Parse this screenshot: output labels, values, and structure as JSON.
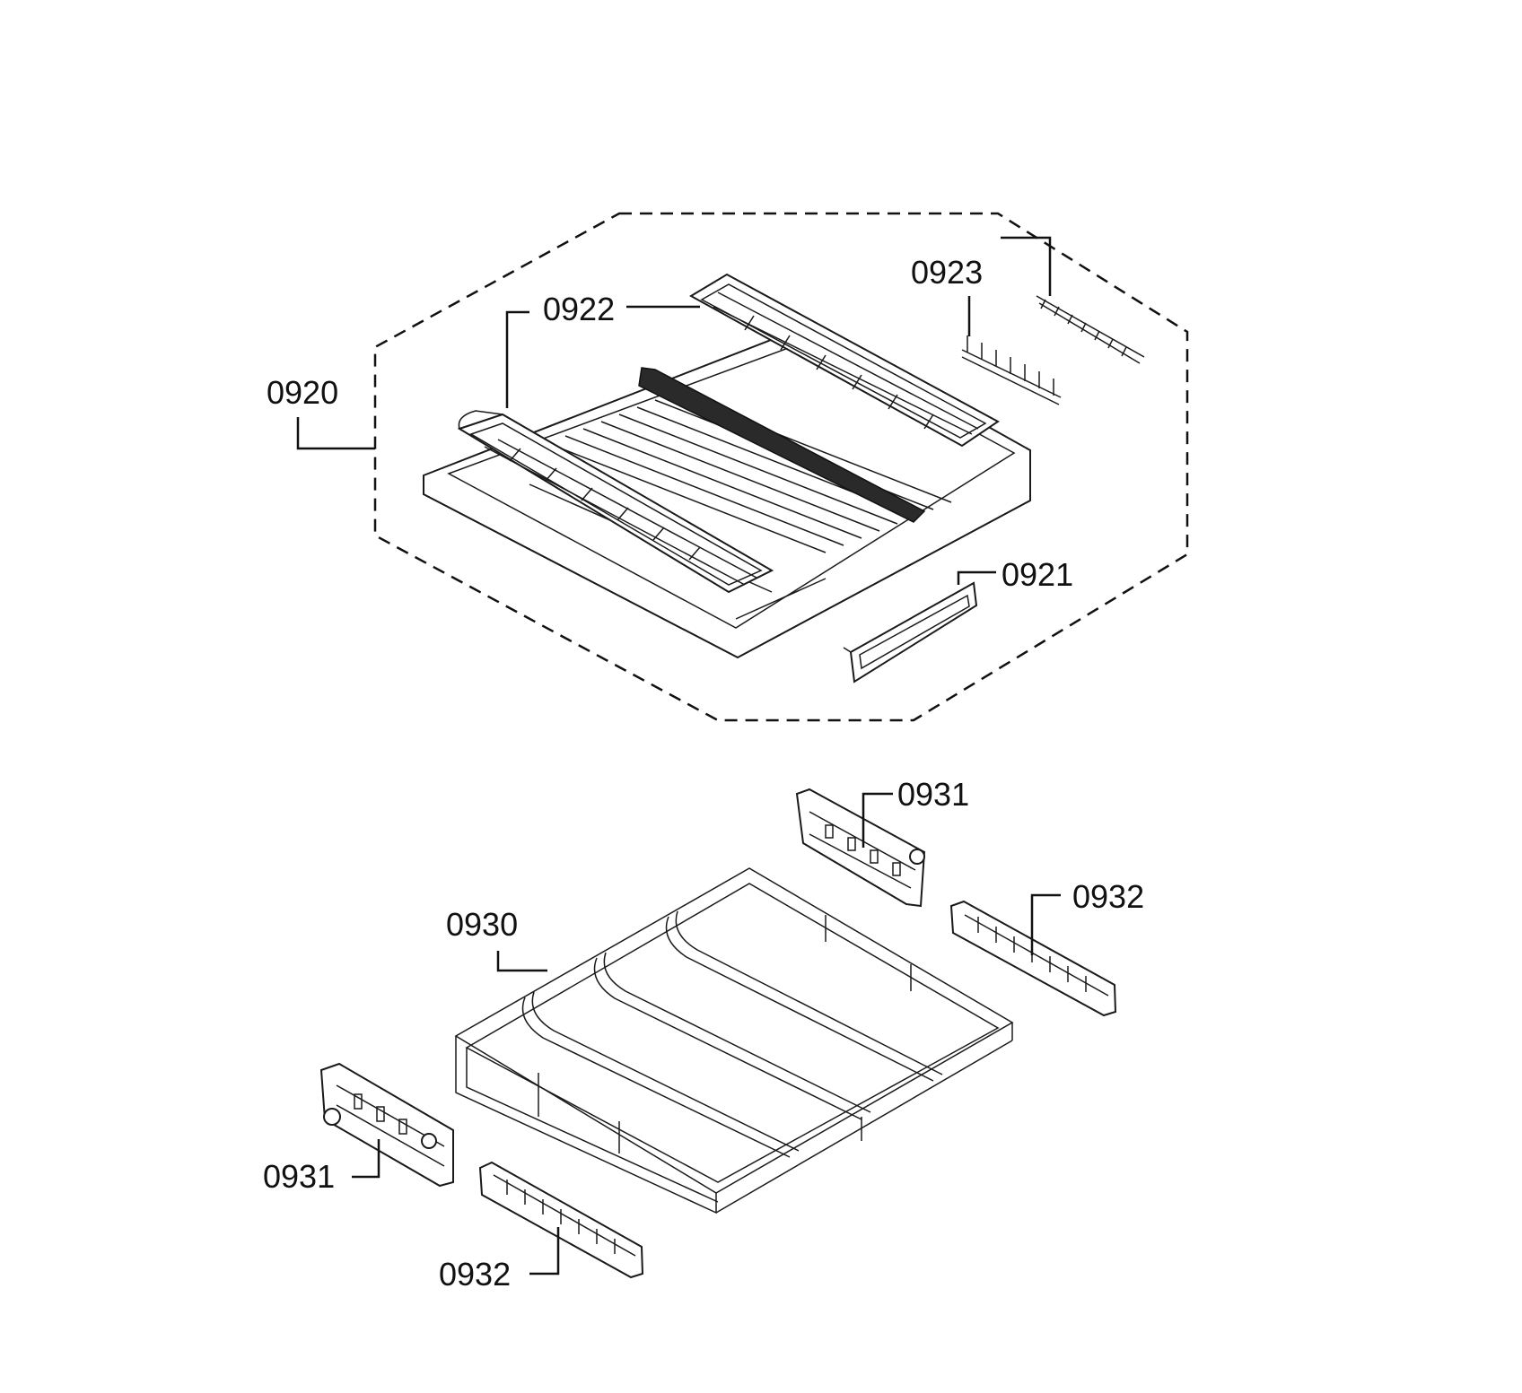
{
  "callouts": {
    "c0920": "0920",
    "c0921": "0921",
    "c0922": "0922",
    "c0923": "0923",
    "c0930": "0930",
    "c0931_upper": "0931",
    "c0931_lower": "0931",
    "c0932_upper": "0932",
    "c0932_lower": "0932"
  },
  "colors": {
    "line": "#111111",
    "background": "#ffffff"
  }
}
